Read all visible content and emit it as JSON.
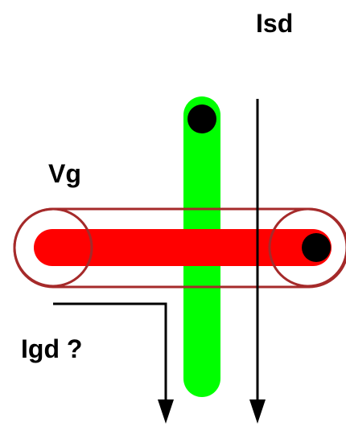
{
  "labels": {
    "isd": "Isd",
    "vg": "Vg",
    "igd": "Igd ?"
  },
  "colors": {
    "background": "#ffffff",
    "channel_green": "#00ff00",
    "gate_red": "#ff0000",
    "gate_outline": "#a52a2a",
    "contact_black": "#000000",
    "arrow_black": "#000000"
  }
}
